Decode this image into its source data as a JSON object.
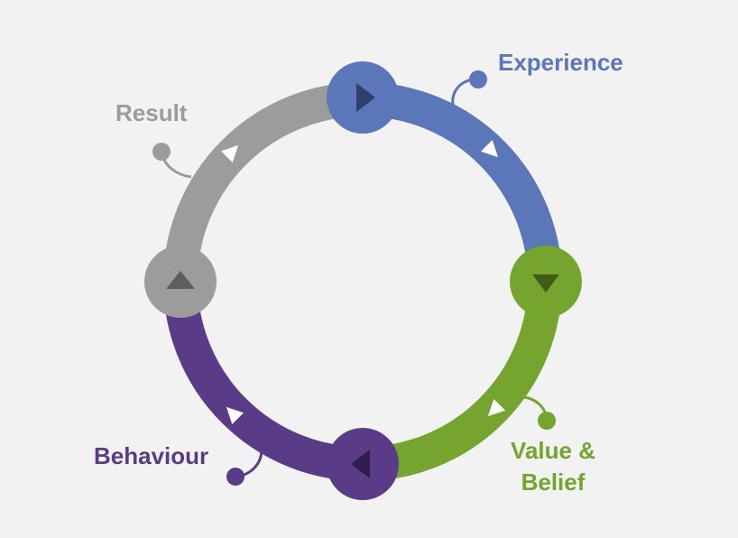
{
  "diagram": {
    "stages": [
      {
        "id": "experience",
        "label": "Experience",
        "color": "#5b77b9",
        "arrow_color": "#2f3f6e"
      },
      {
        "id": "value",
        "label_lines": [
          "Value &",
          "Belief"
        ],
        "color": "#75a42f",
        "arrow_color": "#3f5d19"
      },
      {
        "id": "behaviour",
        "label": "Behaviour",
        "color": "#5a3b88",
        "arrow_color": "#2f1e4d"
      },
      {
        "id": "result",
        "label": "Result",
        "color": "#9c9c9c",
        "arrow_color": "#5e5e5e"
      }
    ],
    "background": "#f2f2f2",
    "flow_arrow_color": "#ffffff",
    "flow": "clockwise"
  }
}
